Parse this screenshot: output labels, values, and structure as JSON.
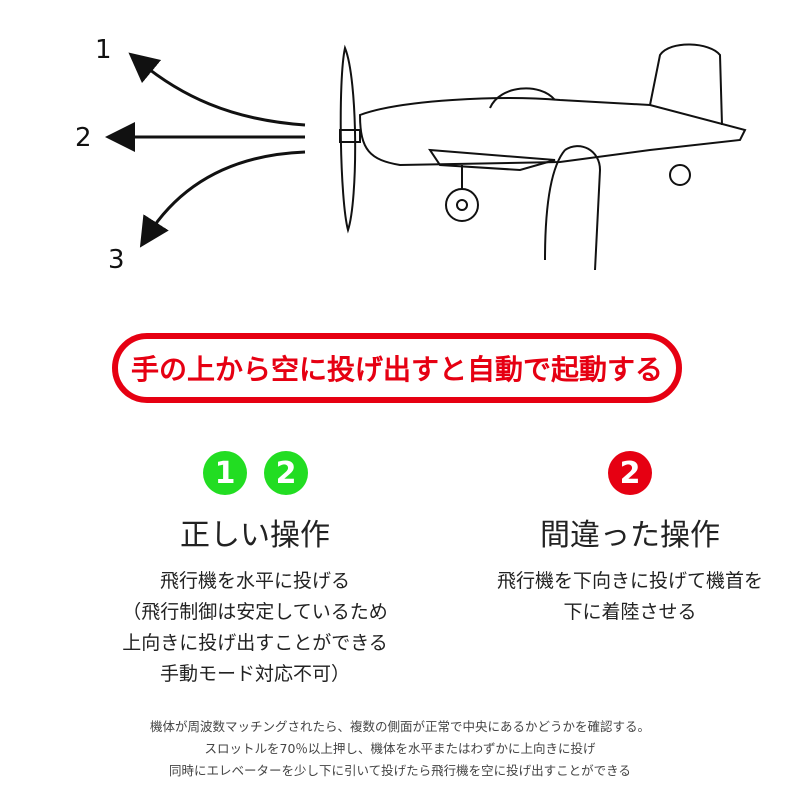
{
  "diagram": {
    "direction_labels": [
      "1",
      "2",
      "3"
    ]
  },
  "banner": {
    "text": "手の上から空に投げ出すと自動で起動する",
    "color": "#e60012"
  },
  "correct": {
    "badges": [
      "1",
      "2"
    ],
    "badge_color": "#22dd22",
    "title": "正しい操作",
    "lines": [
      "飛行機を水平に投げる",
      "（飛行制御は安定しているため",
      "上向きに投げ出すことができる",
      "手動モード対応不可）"
    ]
  },
  "wrong": {
    "badges": [
      "2"
    ],
    "badge_color": "#e60012",
    "title": "間違った操作",
    "lines": [
      "飛行機を下向きに投げて機首を",
      "下に着陸させる"
    ]
  },
  "notes": [
    "機体が周波数マッチングされたら、複数の側面が正常で中央にあるかどうかを確認する。",
    "スロットルを70％以上押し、機体を水平またはわずかに上向きに投げ",
    "同時にエレベーターを少し下に引いて投げたら飛行機を空に投げ出すことができる"
  ]
}
